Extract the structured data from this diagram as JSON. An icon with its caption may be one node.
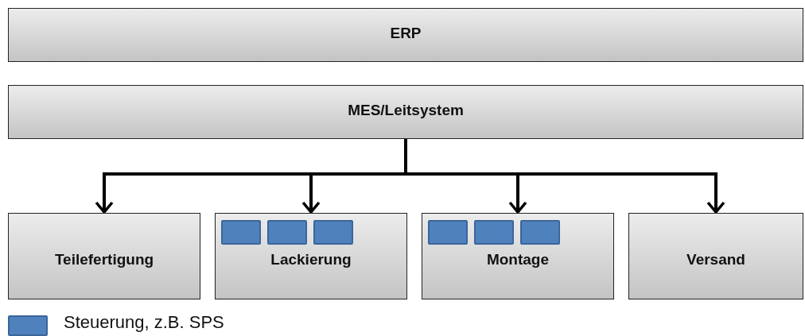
{
  "diagram": {
    "nodes": [
      {
        "text": [
          "ERP"
        ]
      },
      {
        "text": [
          "MES/Leitsystem"
        ]
      },
      {
        "text": [
          "Teilefertigung"
        ]
      },
      {
        "text": [
          "Lackierung"
        ]
      },
      {
        "text": [
          "Montage"
        ]
      },
      {
        "text": [
          "Versand"
        ]
      },
      {
        "text": [],
        "shape": "box",
        "in": 3
      },
      {
        "text": [],
        "shape": "box",
        "in": 3
      },
      {
        "text": [],
        "shape": "box",
        "in": 3
      },
      {
        "text": [],
        "shape": "box",
        "in": 4
      },
      {
        "text": [],
        "shape": "box",
        "in": 4
      },
      {
        "text": [],
        "shape": "box",
        "in": 4
      }
    ],
    "edges": [
      {
        "from": 1,
        "to": 2,
        "arrow": "to"
      },
      {
        "from": 1,
        "to": 3,
        "arrow": "to"
      },
      {
        "from": 1,
        "to": 4,
        "arrow": "to"
      },
      {
        "from": 1,
        "to": 5,
        "arrow": "to"
      }
    ],
    "legend": [
      {
        "text": "Steuerung, z.B. SPS",
        "color": "#4f81bd"
      }
    ]
  }
}
